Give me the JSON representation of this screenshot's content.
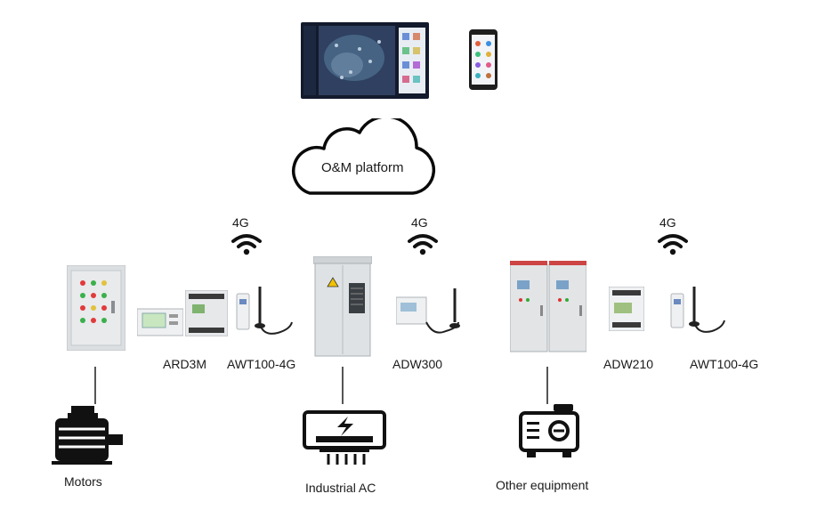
{
  "platform": {
    "label": "O&M platform"
  },
  "signals": {
    "left": "4G",
    "center": "4G",
    "right": "4G"
  },
  "devices": {
    "ard3m": "ARD3M",
    "awt100_left": "AWT100-4G",
    "adw300": "ADW300",
    "adw210": "ADW210",
    "awt100_right": "AWT100-4G"
  },
  "loads": {
    "motors": "Motors",
    "industrial_ac": "Industrial AC",
    "other_equipment": "Other equipment"
  },
  "colors": {
    "line": "#555555",
    "cabinet": "#d9dde0",
    "screen_dark": "#1f2a44",
    "icon": "#1a1a1a"
  }
}
